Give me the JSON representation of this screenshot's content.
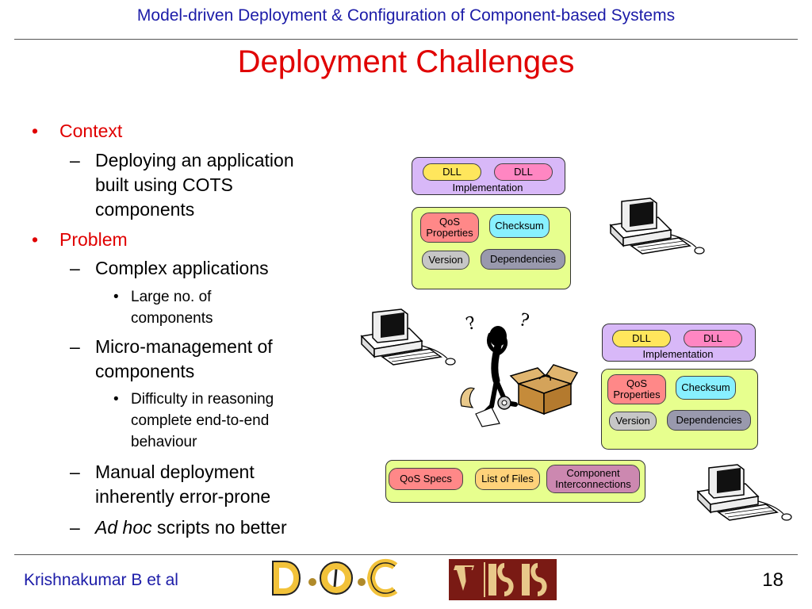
{
  "header": {
    "title": "Model-driven Deployment & Configuration of Component-based Systems"
  },
  "slide": {
    "title": "Deployment Challenges"
  },
  "bullets": {
    "context": {
      "label": "Context",
      "items": [
        "Deploying an application\nbuilt using COTS\ncomponents"
      ]
    },
    "problem": {
      "label": "Problem",
      "items": [
        {
          "text": "Complex applications",
          "sub": [
            "Large no. of\ncomponents"
          ]
        },
        {
          "text": "Micro-management of\ncomponents",
          "sub": [
            "Difficulty in reasoning\ncomplete end-to-end\nbehaviour"
          ]
        },
        {
          "text": "Manual deployment\ninherently error-prone"
        },
        {
          "text_italic": "Ad hoc",
          "text_rest": " scripts no better"
        }
      ]
    }
  },
  "diagram": {
    "package_top": {
      "dll_a": "DLL",
      "dll_b": "DLL",
      "implementation": "Implementation",
      "qos": "QoS\nProperties",
      "checksum": "Checksum",
      "version": "Version",
      "dependencies": "Dependencies"
    },
    "package_right": {
      "dll_a": "DLL",
      "dll_b": "DLL",
      "implementation": "Implementation",
      "qos": "QoS\nProperties",
      "checksum": "Checksum",
      "version": "Version",
      "dependencies": "Dependencies"
    },
    "bottom_bar": {
      "qos_specs": "QoS Specs",
      "list_of_files": "List of Files",
      "component_interconnections": "Component\nInterconnections"
    },
    "question_marks": "?"
  },
  "footer": {
    "author": "Krishnakumar B et al",
    "page_number": "18"
  },
  "colors": {
    "header_blue": "#1c1ca8",
    "title_red": "#e00000"
  }
}
